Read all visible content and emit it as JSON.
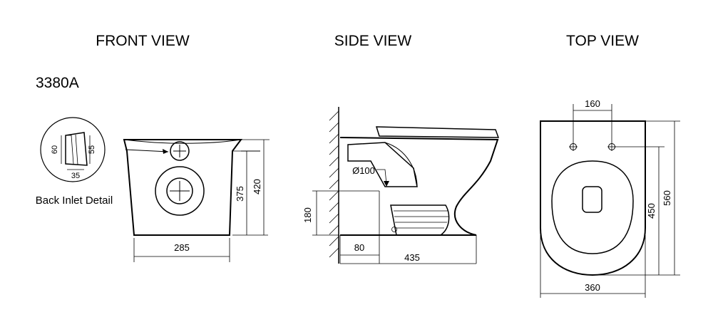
{
  "views": {
    "front": "FRONT VIEW",
    "side": "SIDE VIEW",
    "top": "TOP VIEW"
  },
  "model": {
    "code": "3380A",
    "color": "#e02020"
  },
  "detail": {
    "label": "Back Inlet Detail",
    "dim_60": "60",
    "dim_55": "55",
    "dim_35": "35"
  },
  "front_dims": {
    "width": "285",
    "height_375": "375",
    "height_420": "420"
  },
  "side_dims": {
    "pipe": "Ø100",
    "height_180": "180",
    "depth_80": "80",
    "length_435": "435"
  },
  "top_dims": {
    "spacing_160": "160",
    "length_450": "450",
    "length_560": "560",
    "width_360": "360"
  }
}
